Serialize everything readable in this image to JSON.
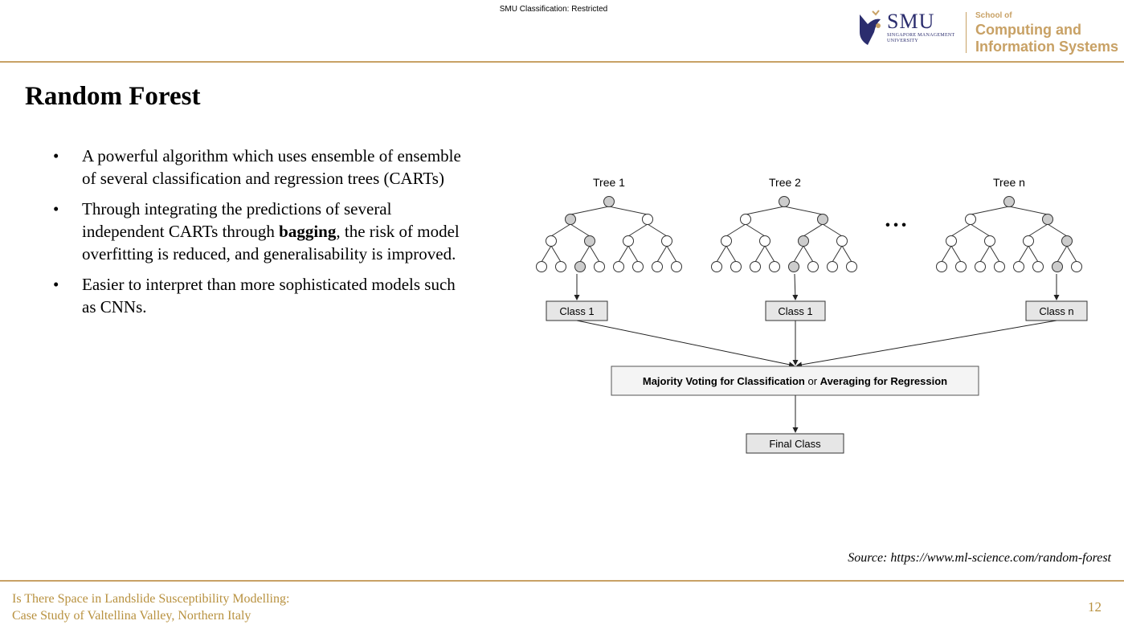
{
  "header": {
    "classification": "SMU Classification: Restricted",
    "logo_smu": "SMU",
    "logo_smu_sub1": "SINGAPORE MANAGEMENT",
    "logo_smu_sub2": "UNIVERSITY",
    "school_of": "School of",
    "school_line1": "Computing and",
    "school_line2": "Information Systems"
  },
  "slide": {
    "title": "Random Forest",
    "bullets": {
      "b1": "A powerful algorithm which uses ensemble of ensemble of several classification and regression trees (CARTs)",
      "b2_pre": "Through integrating the predictions of several independent CARTs through ",
      "b2_bold": "bagging",
      "b2_post": ", the risk of model overfitting is reduced, and generalisability is improved.",
      "b3": "Easier to interpret than more sophisticated models such as CNNs."
    },
    "bullet_symbol": "•"
  },
  "diagram": {
    "tree1_label": "Tree 1",
    "tree2_label": "Tree 2",
    "treen_label": "Tree n",
    "ellipsis": "• • •",
    "class1_label": "Class 1",
    "class2_label": "Class 1",
    "classn_label": "Class n",
    "voting_bold1": "Majority Voting for Classification",
    "voting_or": " or ",
    "voting_bold2": "Averaging for Regression",
    "final_label": "Final Class",
    "node_fill_active": "#cccccc",
    "node_fill_idle": "#ffffff"
  },
  "source": "Source: https://www.ml-science.com/random-forest",
  "footer": {
    "line1": "Is There Space in Landslide Susceptibility Modelling:",
    "line2": "Case Study of Valtellina Valley, Northern Italy",
    "page_number": "12"
  },
  "colors": {
    "accent_gold": "#c8a165",
    "smu_navy": "#2b2d6e"
  }
}
